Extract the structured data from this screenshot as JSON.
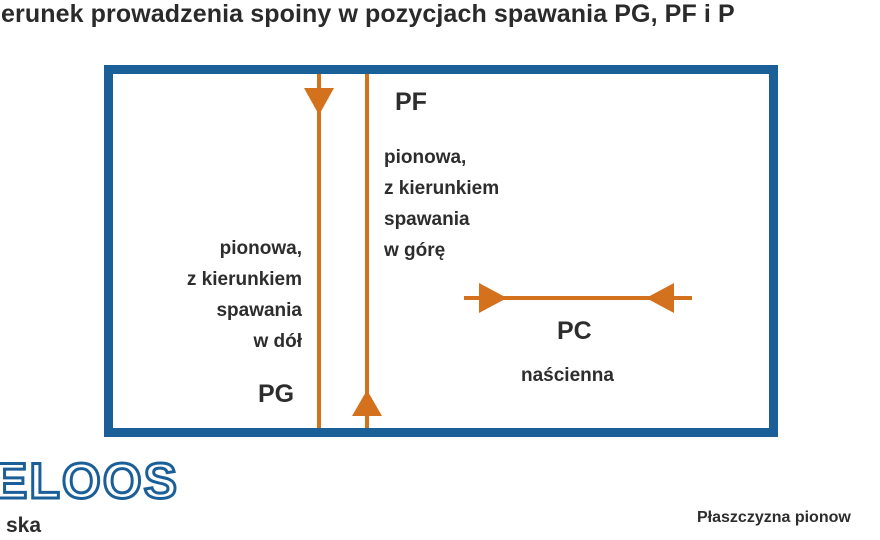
{
  "title": "ierunek prowadzenia spoiny w pozycjach spawania PG, PF i P",
  "colors": {
    "frame": "#1b5f98",
    "accent": "#d4711d",
    "text": "#2d2d2d"
  },
  "positions": {
    "pg": {
      "code": "PG",
      "lines": [
        "pionowa,",
        "z kierunkiem",
        "spawania",
        "w dół"
      ]
    },
    "pf": {
      "code": "PF",
      "lines": [
        "pionowa,",
        "z kierunkiem",
        "spawania",
        "w górę"
      ]
    },
    "pc": {
      "code": "PC",
      "description": "naścienna"
    }
  },
  "logo": {
    "text": "ELOOS",
    "subtext": "ska"
  },
  "caption": "Płaszczyzna pionow"
}
